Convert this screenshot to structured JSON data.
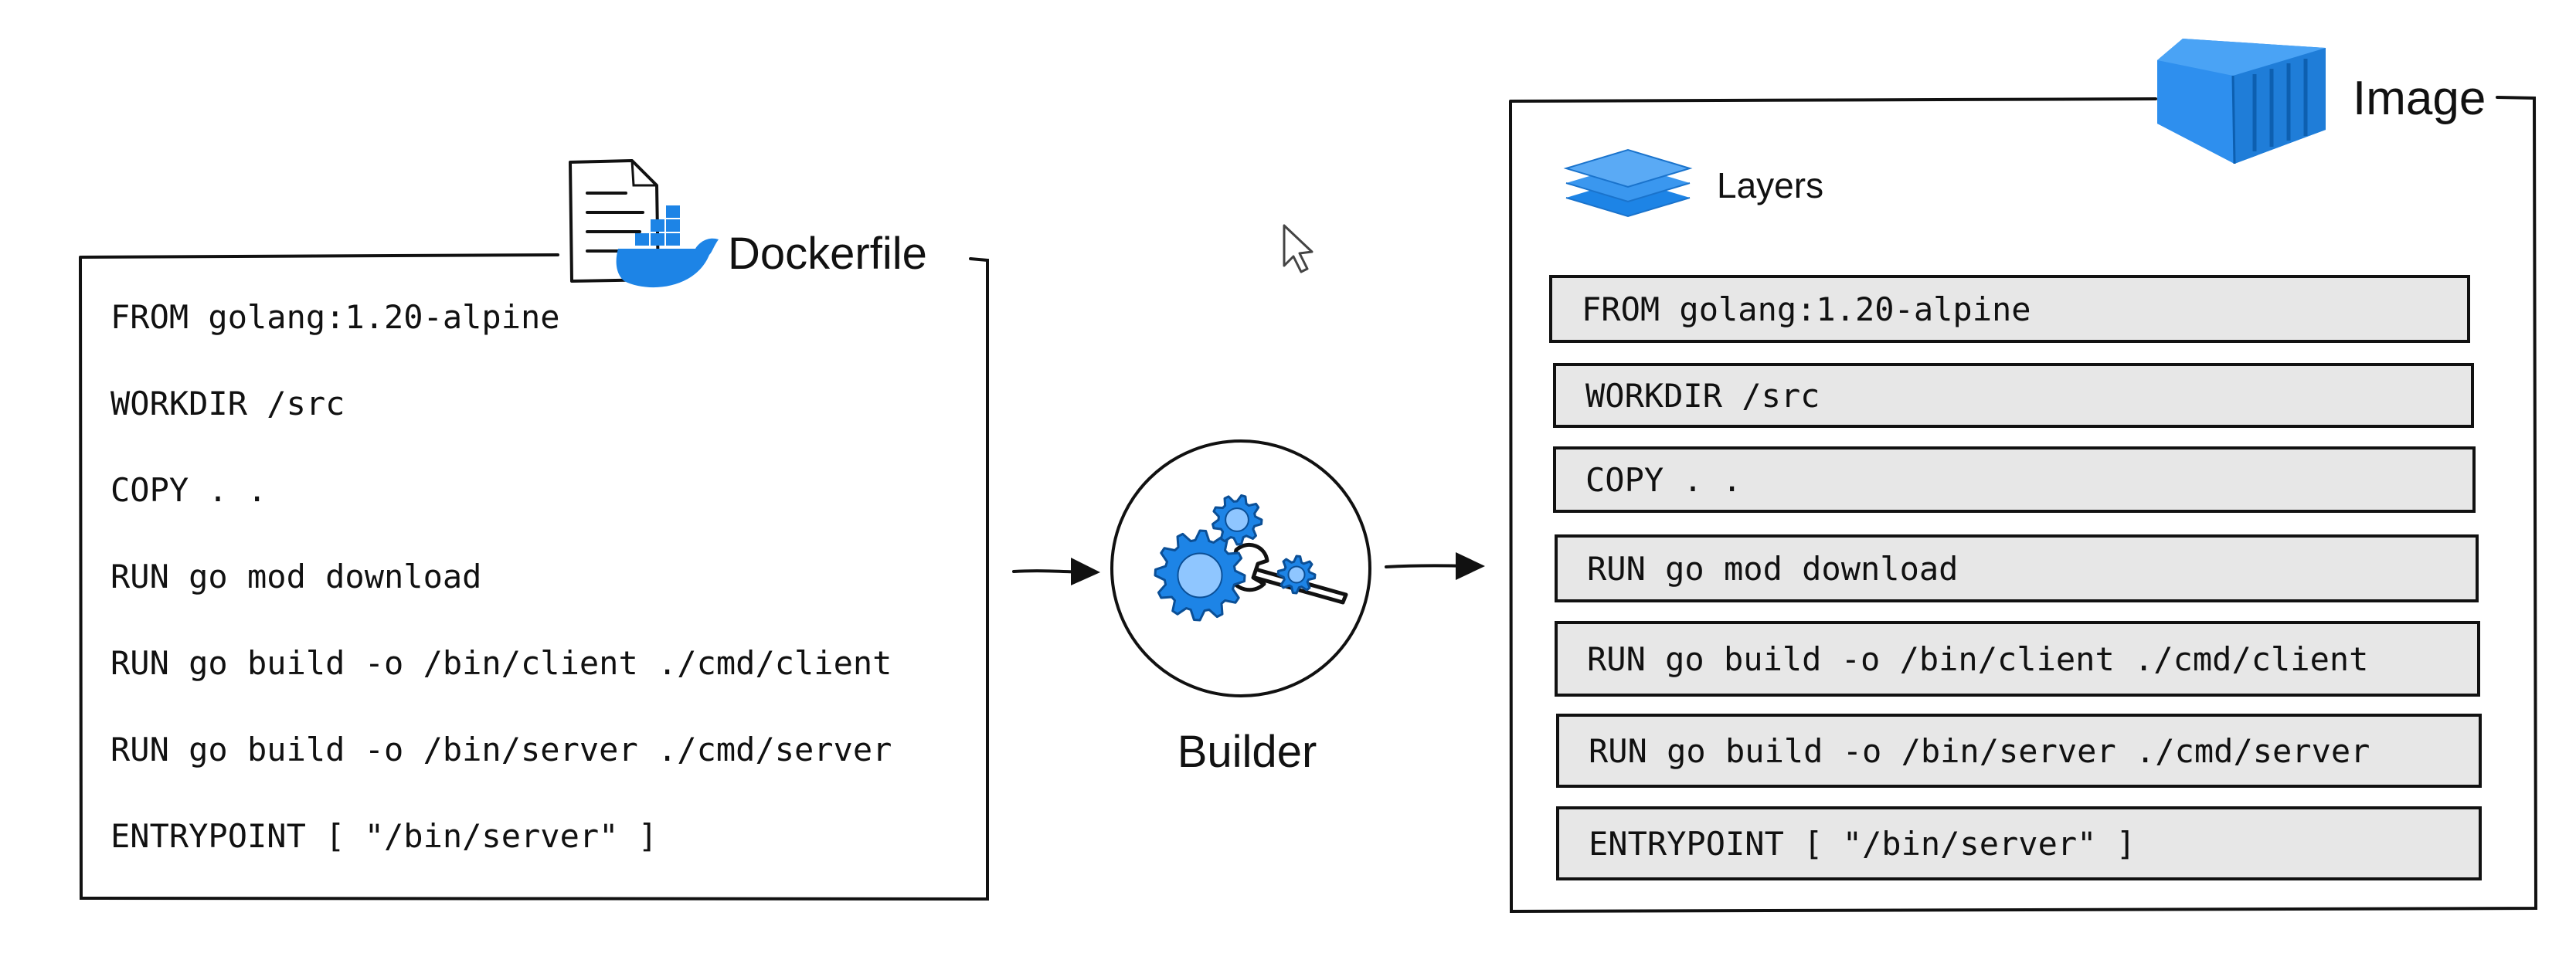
{
  "dockerfile": {
    "title": "Dockerfile",
    "lines": [
      "FROM golang:1.20-alpine",
      "WORKDIR /src",
      "COPY . .",
      "RUN go mod download",
      "RUN go build -o /bin/client ./cmd/client",
      "RUN go build -o /bin/server ./cmd/server",
      "ENTRYPOINT [ \"/bin/server\" ]"
    ]
  },
  "builder": {
    "label": "Builder"
  },
  "image": {
    "title": "Image",
    "layers_label": "Layers",
    "layers": [
      "FROM golang:1.20-alpine",
      "WORKDIR /src",
      "COPY . .",
      "RUN go mod download",
      "RUN go build -o /bin/client ./cmd/client",
      "RUN go build -o /bin/server ./cmd/server",
      "ENTRYPOINT [ \"/bin/server\" ]"
    ]
  },
  "icons": {
    "file": "file-icon",
    "docker": "docker-whale-icon",
    "builder": "gears-wrench-icon",
    "container": "shipping-container-icon",
    "layers": "layers-stack-icon",
    "cursor": "mouse-cursor-icon"
  },
  "colors": {
    "accent_blue": "#1d84e6",
    "light_blue": "#7ec0ff",
    "layer_fill": "#e7e7e7",
    "ink": "#111111"
  }
}
